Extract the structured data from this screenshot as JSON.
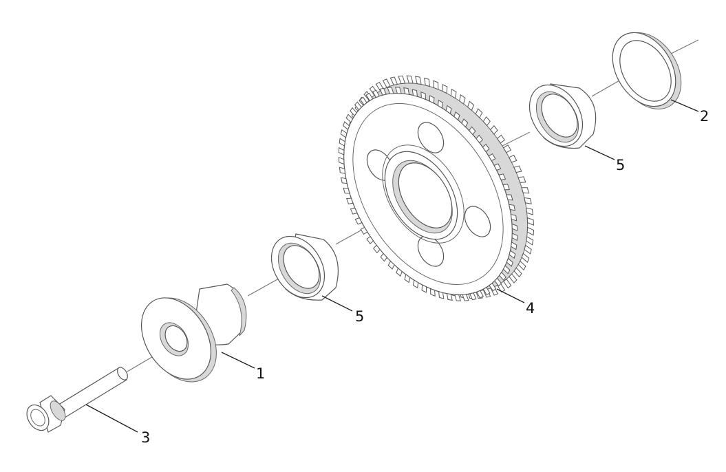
{
  "callouts": {
    "c1": "1",
    "c2": "2",
    "c3": "3",
    "c4": "4",
    "c5a": "5",
    "c5b": "5"
  },
  "parts": [
    {
      "id": "1",
      "icon": "flanged-hub-icon"
    },
    {
      "id": "2",
      "icon": "thrust-washer-icon"
    },
    {
      "id": "3",
      "icon": "bolt-icon"
    },
    {
      "id": "4",
      "icon": "idler-gear-icon"
    },
    {
      "id": "5",
      "icon": "bushing-icon"
    }
  ],
  "colors": {
    "line": "#555555",
    "shade": "#d8d8d8",
    "background": "#ffffff"
  }
}
